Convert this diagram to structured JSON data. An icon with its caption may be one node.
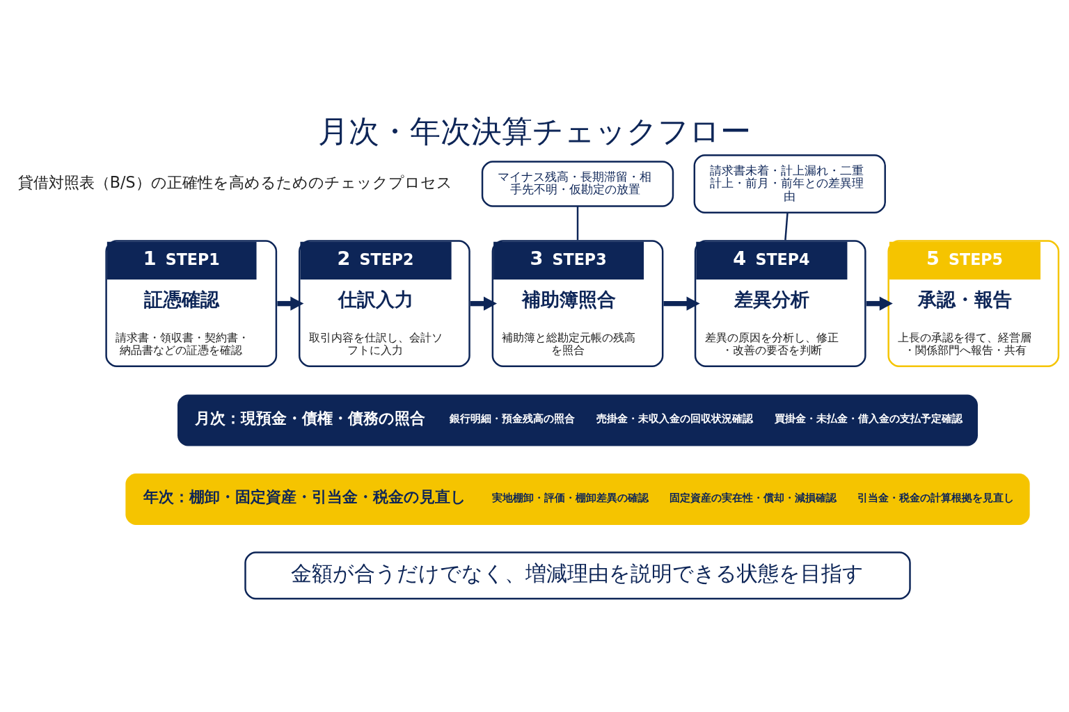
{
  "diagram": {
    "title": "月次・年次決算チェックフロー",
    "nodes": [
      {
        "text": [
          "1",
          "STEP1",
          "証憑確認",
          "請求書・領収書・契約書・納品書などの証憑を確認"
        ]
      },
      {
        "text": [
          "2",
          "STEP2",
          "仕訳入力",
          "取引内容を仕訳し、会計ソフトに入力"
        ]
      },
      {
        "text": [
          "3",
          "STEP3",
          "補助簿照合",
          "補助簿と総勘定元帳の残高を照合"
        ]
      },
      {
        "text": [
          "4",
          "STEP4",
          "差異分析",
          "差異の原因を分析し、修正・改善の要否を判断"
        ]
      },
      {
        "text": [
          "5",
          "STEP5",
          "承認・報告",
          "上長の承認を得て、経営層・関係部門へ報告・共有"
        ]
      },
      {
        "text": [
          "マイナス残高・長期滞留・相手先不明・仮勘定の放置"
        ]
      },
      {
        "text": [
          "請求書未着・計上漏れ・二重計上・前月・前年との差異理由"
        ]
      },
      {
        "text": [
          "月次：現預金・債権・債務の照合",
          "銀行明細・預金残高の照合",
          "売掛金・未収入金の回収状況確認",
          "買掛金・未払金・借入金の支払予定確認"
        ]
      },
      {
        "text": [
          "年次：棚卸・固定資産・引当金・税金の見直し",
          "実地棚卸・評価・棚卸差異の確認",
          "固定資産の実在性・償却・減損確認",
          "引当金・税金の計算根拠を見直し"
        ]
      },
      {
        "text": [
          "金額が合うだけでなく、増減理由を説明できる状態を目指す"
        ]
      }
    ],
    "edges": [
      {
        "from": 0,
        "to": 1,
        "arrow": "to"
      },
      {
        "from": 1,
        "to": 2,
        "arrow": "to"
      },
      {
        "from": 2,
        "to": 3,
        "arrow": "to"
      },
      {
        "from": 3,
        "to": 4,
        "arrow": "to"
      },
      {
        "from": 5,
        "to": 2,
        "arrow": "none"
      },
      {
        "from": 6,
        "to": 3,
        "arrow": "none"
      }
    ],
    "labels": [
      "貸借対照表（B/S）の正確性を高めるためのチェックプロセス"
    ]
  }
}
